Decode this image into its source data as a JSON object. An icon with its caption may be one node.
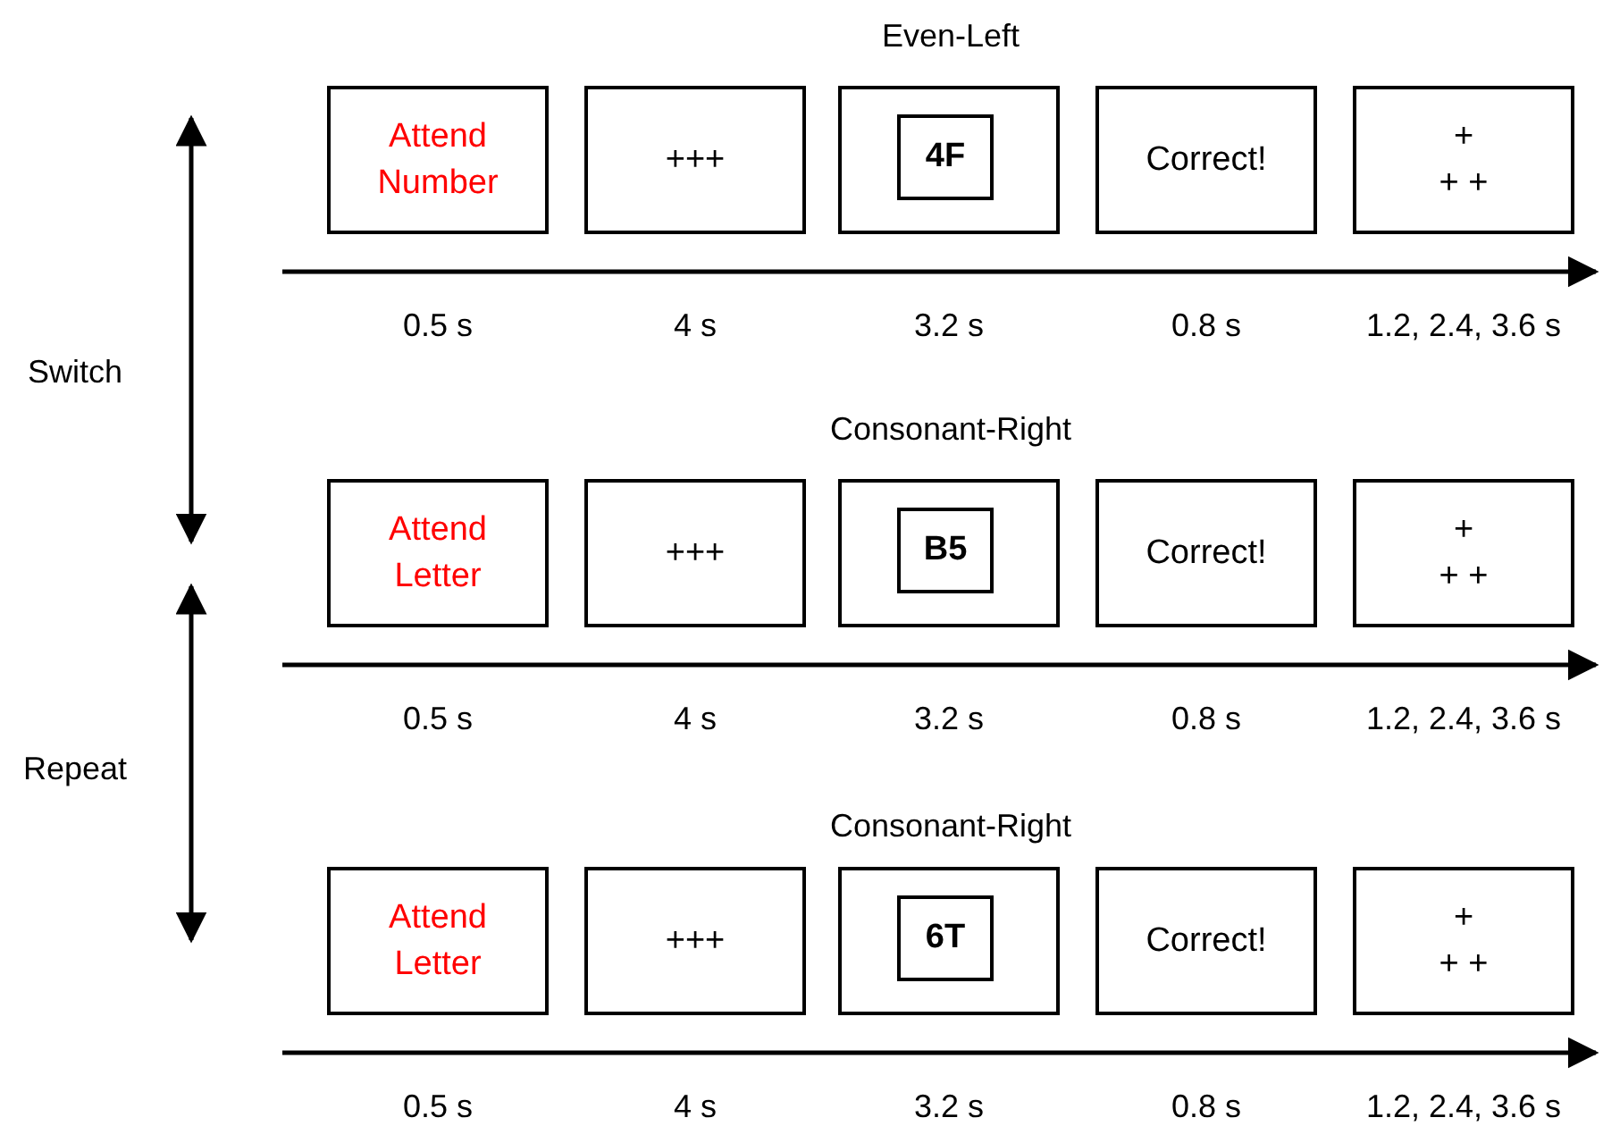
{
  "diagram": {
    "nodes": [
      {
        "text": [
          "Attend Number"
        ],
        "beside": [
          "0.5 s"
        ]
      },
      {
        "text": [
          "+++"
        ],
        "beside": [
          "4 s"
        ]
      },
      {
        "text": [],
        "shape": "box",
        "beside": [
          "3.2 s"
        ]
      },
      {
        "text": [
          "4F"
        ],
        "in": 2
      },
      {
        "text": [
          "Correct!"
        ],
        "beside": [
          "0.8 s"
        ]
      },
      {
        "text": [
          "+ + +"
        ],
        "beside": [
          "1.2, 2.4, 3.6 s"
        ]
      },
      {
        "text": [
          "Attend Letter"
        ],
        "beside": [
          "0.5 s"
        ]
      },
      {
        "text": [
          "+++"
        ],
        "beside": [
          "4 s"
        ]
      },
      {
        "text": [],
        "shape": "box",
        "beside": [
          "3.2 s"
        ]
      },
      {
        "text": [
          "B5"
        ],
        "in": 8
      },
      {
        "text": [
          "Correct!"
        ],
        "beside": [
          "0.8 s"
        ]
      },
      {
        "text": [
          "+ + +"
        ],
        "beside": [
          "1.2, 2.4, 3.6 s"
        ]
      },
      {
        "text": [
          "Attend Letter"
        ],
        "beside": [
          "0.5 s"
        ]
      },
      {
        "text": [
          "+++"
        ],
        "beside": [
          "4 s"
        ]
      },
      {
        "text": [],
        "shape": "box",
        "beside": [
          "3.2 s"
        ]
      },
      {
        "text": [
          "6T"
        ],
        "in": 14
      },
      {
        "text": [
          "Correct!"
        ],
        "beside": [
          "0.8 s"
        ]
      },
      {
        "text": [
          "+ + +"
        ],
        "beside": [
          "1.2, 2.4, 3.6 s"
        ]
      }
    ],
    "labels": [
      "Even-Left",
      "Switch",
      "Consonant-Right",
      "Repeat",
      "Consonant-Right"
    ]
  }
}
